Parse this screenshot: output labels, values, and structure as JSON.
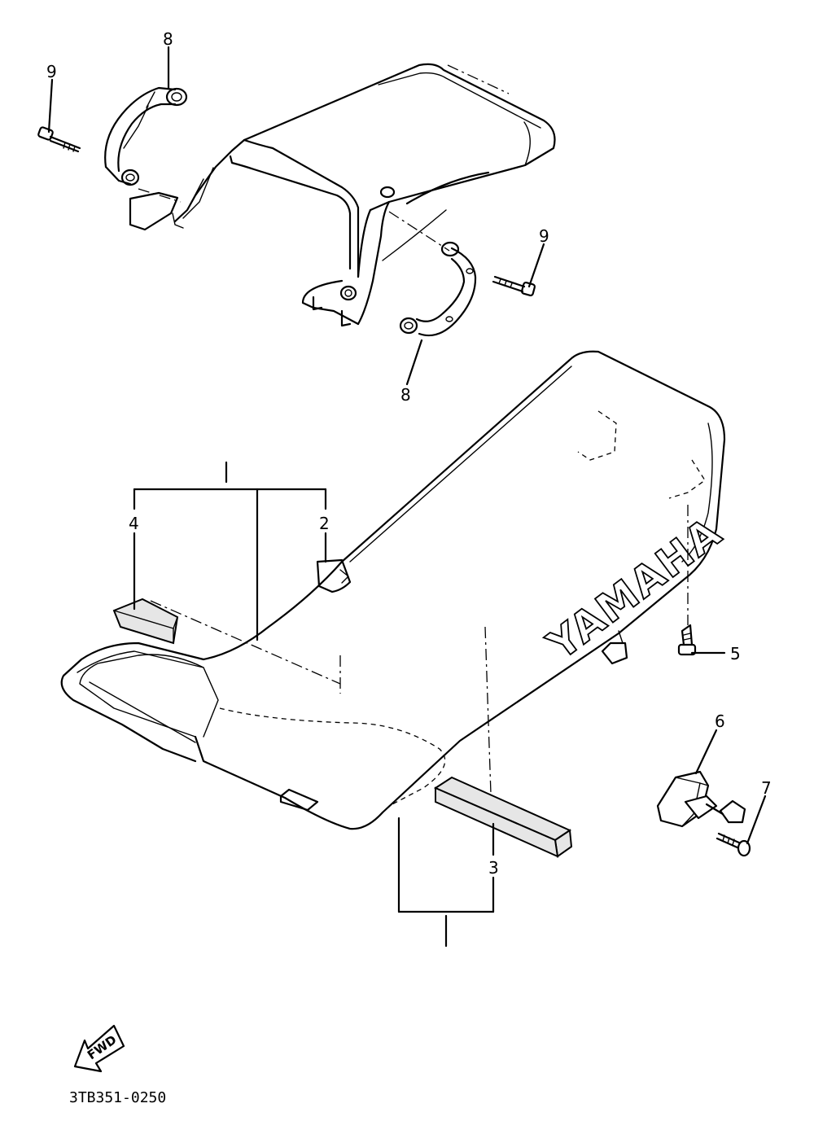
{
  "callouts": {
    "c2": "2",
    "c3": "3",
    "c4": "4",
    "c5": "5",
    "c6": "6",
    "c7": "7",
    "c8a": "8",
    "c8b": "8",
    "c9a": "9",
    "c9b": "9"
  },
  "seat_brand": "YAMAHA",
  "fwd_label": "FWD",
  "diagram_code": "3TB351-0250",
  "icons": {
    "fwd_arrow": "arrow-fwd-icon"
  }
}
